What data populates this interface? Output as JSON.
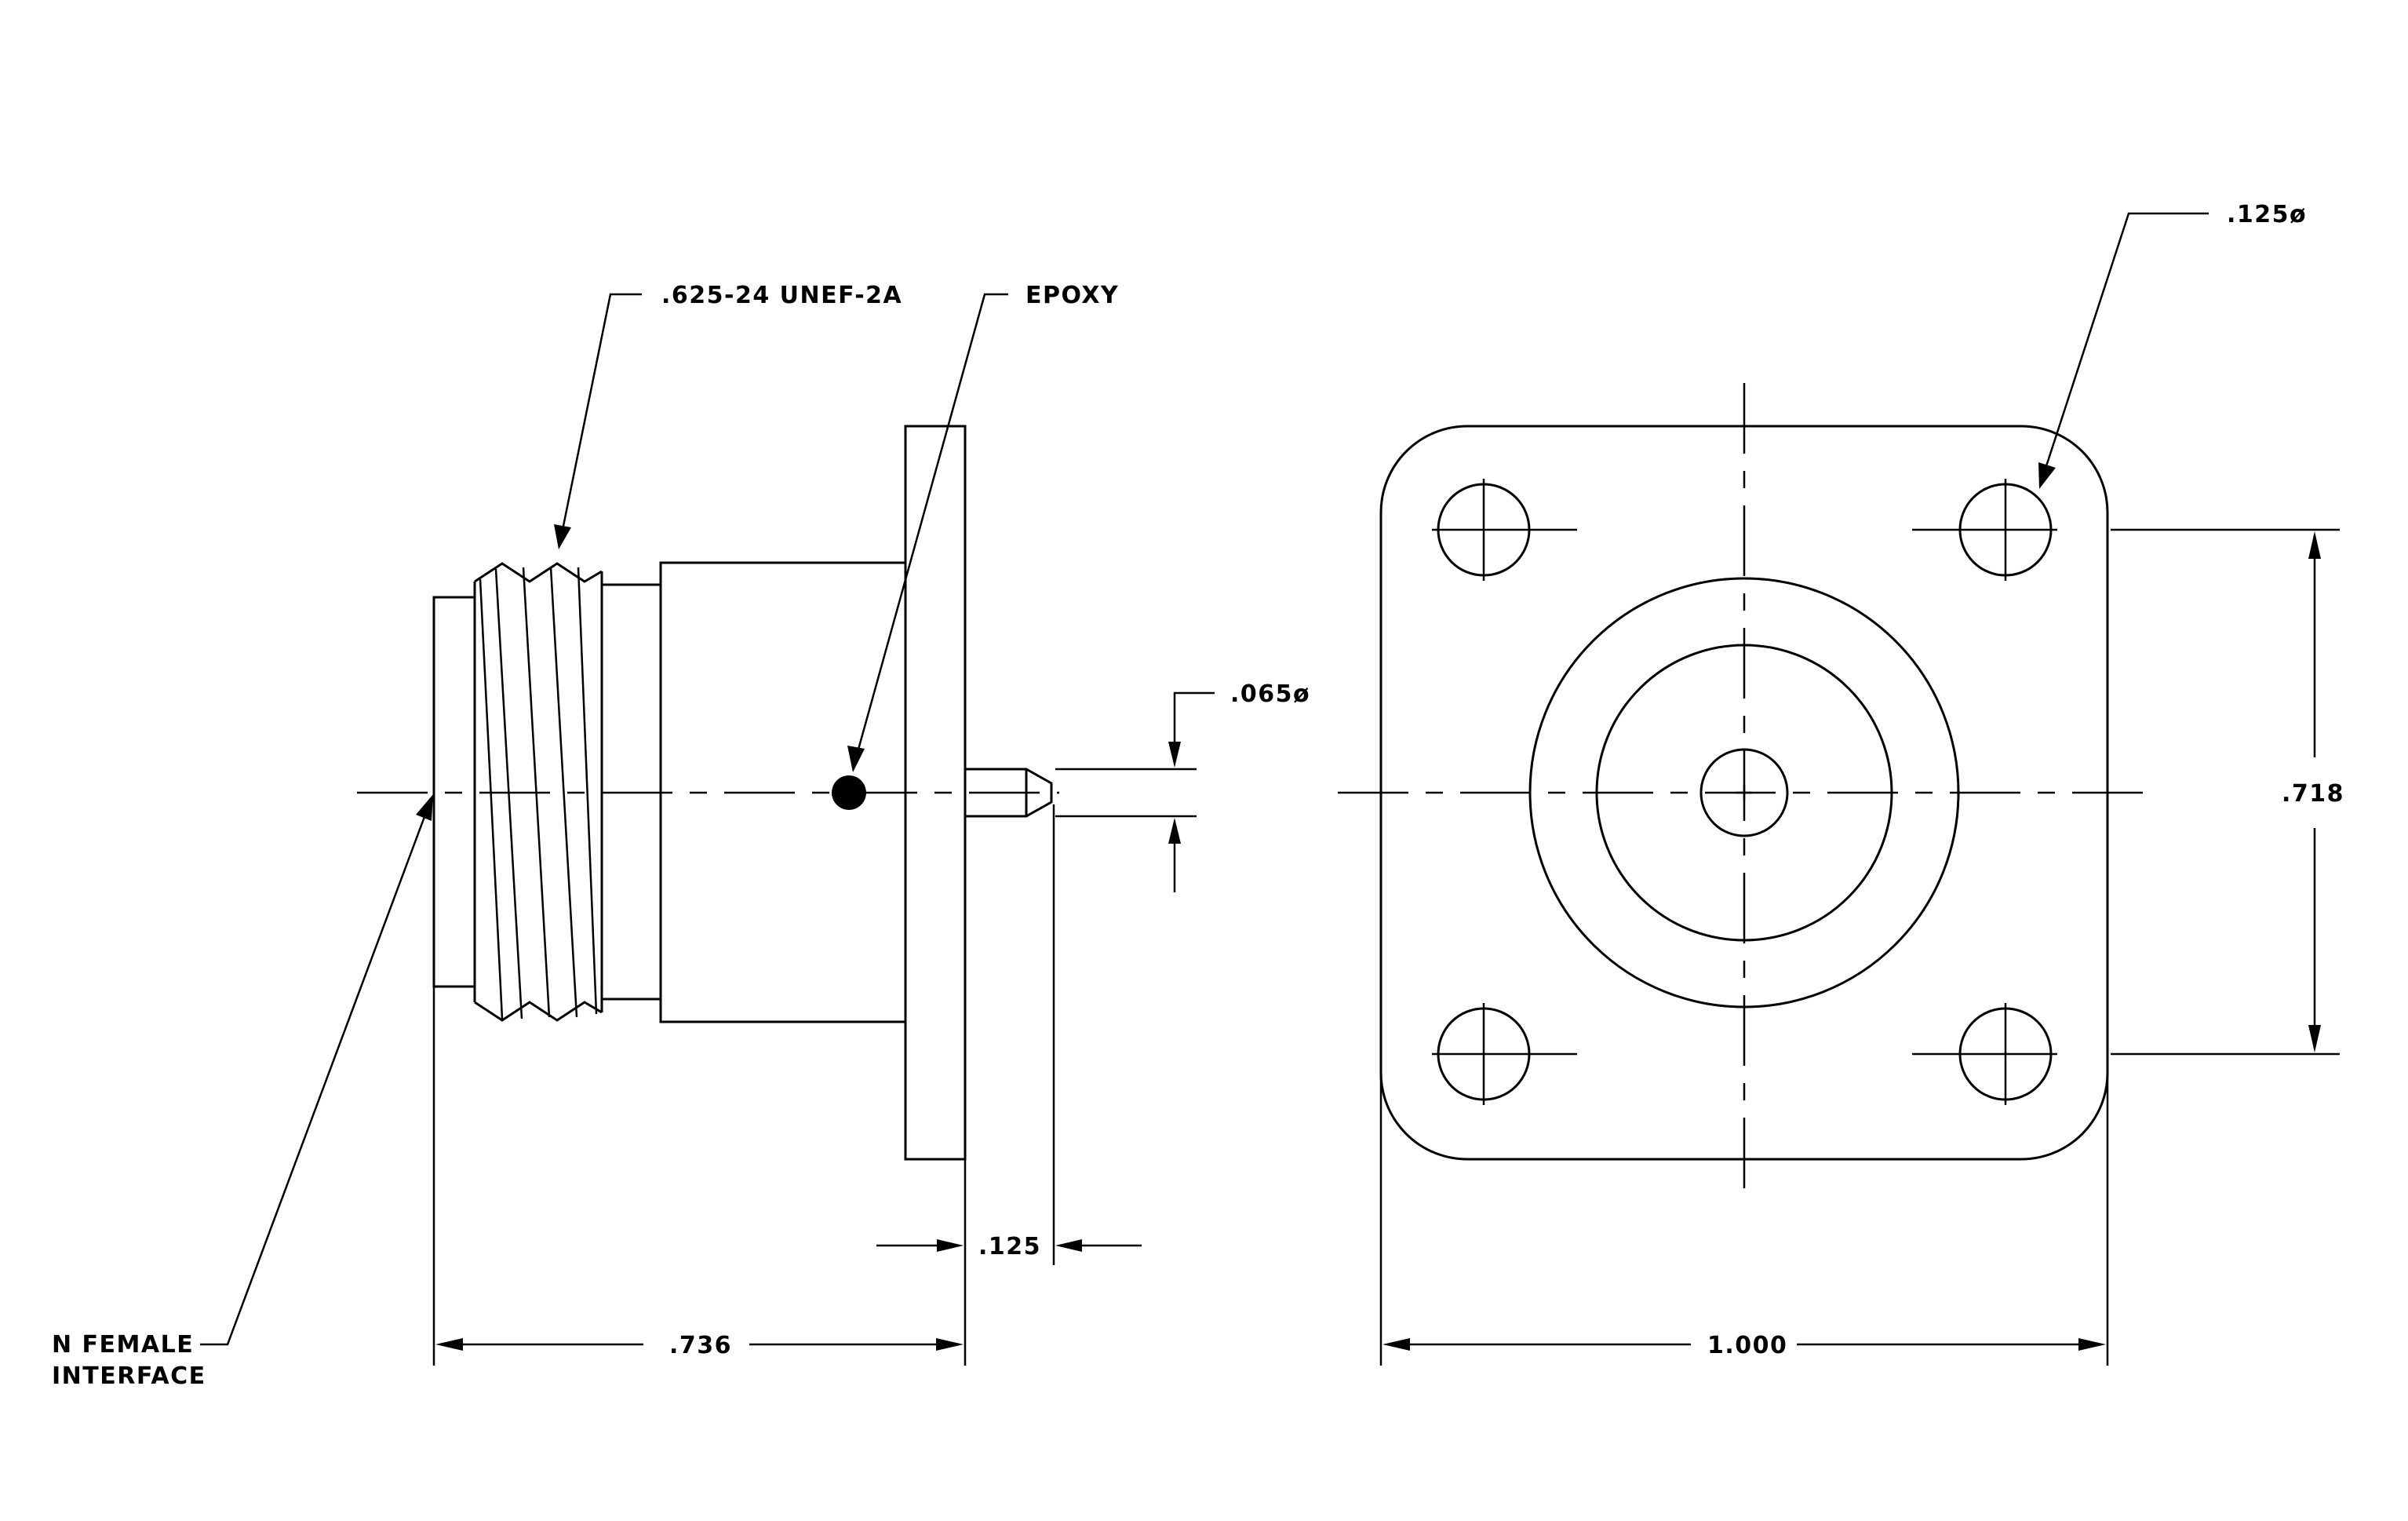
{
  "labels": {
    "thread": ".625-24 UNEF-2A",
    "epoxy": "EPOXY",
    "interface_line1": "N FEMALE",
    "interface_line2": "INTERFACE",
    "pin_diameter": ".065ø",
    "pin_length": ".125",
    "overall_length": ".736",
    "hole_diameter": ".125ø",
    "hole_spacing": ".718",
    "flange_width": "1.000"
  },
  "colors": {
    "line": "#000000",
    "background": "#ffffff"
  }
}
